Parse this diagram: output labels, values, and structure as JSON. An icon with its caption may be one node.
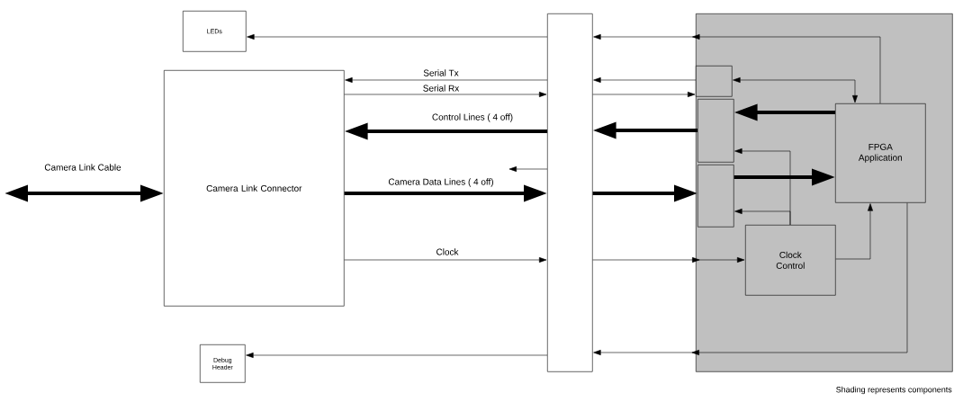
{
  "diagram": {
    "caption": "Shading represents components",
    "nodes": [
      {
        "text": [
          "LEDs"
        ]
      },
      {
        "text": [
          "Camera Link Connector"
        ]
      },
      {
        "text": [
          "Debug Header"
        ]
      },
      {
        "text": [],
        "shape": "bar"
      },
      {
        "text": [],
        "shape": "box"
      },
      {
        "text": [],
        "shape": "box",
        "in": 4
      },
      {
        "text": [],
        "shape": "box",
        "in": 4
      },
      {
        "text": [],
        "shape": "box",
        "in": 4
      },
      {
        "text": [
          "FPGA Application"
        ],
        "in": 4
      },
      {
        "text": [
          "Clock Control"
        ],
        "in": 4
      }
    ],
    "edges": [
      {
        "from": 8,
        "to": 3,
        "arrow": "to"
      },
      {
        "from": 3,
        "to": 0,
        "arrow": "to"
      },
      {
        "from": 5,
        "to": 3,
        "arrow": "to"
      },
      {
        "from": 3,
        "to": 1,
        "arrow": "to",
        "label": "Serial Tx"
      },
      {
        "from": 1,
        "to": 3,
        "arrow": "to",
        "label": "Serial Rx"
      },
      {
        "from": 3,
        "to": 5,
        "arrow": "to"
      },
      {
        "from": 5,
        "to": 8,
        "arrow": "both"
      },
      {
        "from": 8,
        "to": 6,
        "arrow": "to",
        "style": "thick"
      },
      {
        "from": 6,
        "to": 3,
        "arrow": "to",
        "style": "thick"
      },
      {
        "from": 3,
        "to": 1,
        "arrow": "to",
        "style": "thick",
        "label": "Control Lines ( 4 off)"
      },
      {
        "from": 1,
        "to": 3,
        "arrow": "to",
        "style": "thick",
        "label": "Camera Data Lines ( 4 off)"
      },
      {
        "from": 3,
        "to": 7,
        "arrow": "to",
        "style": "thick"
      },
      {
        "from": 7,
        "to": 8,
        "arrow": "to",
        "style": "thick"
      },
      {
        "from": 3,
        "to": null,
        "arrow": "to"
      },
      {
        "from": 1,
        "to": 3,
        "arrow": "to",
        "label": "Clock"
      },
      {
        "from": 3,
        "to": 9,
        "arrow": "to"
      },
      {
        "from": 9,
        "to": 6,
        "arrow": "to"
      },
      {
        "from": 9,
        "to": 7,
        "arrow": "to"
      },
      {
        "from": 9,
        "to": 8,
        "arrow": "to"
      },
      {
        "from": 8,
        "to": 3,
        "arrow": "to"
      },
      {
        "from": 3,
        "to": 2,
        "arrow": "to"
      },
      {
        "from": null,
        "to": 1,
        "arrow": "both",
        "style": "thick",
        "label": "Camera Link Cable"
      }
    ]
  }
}
